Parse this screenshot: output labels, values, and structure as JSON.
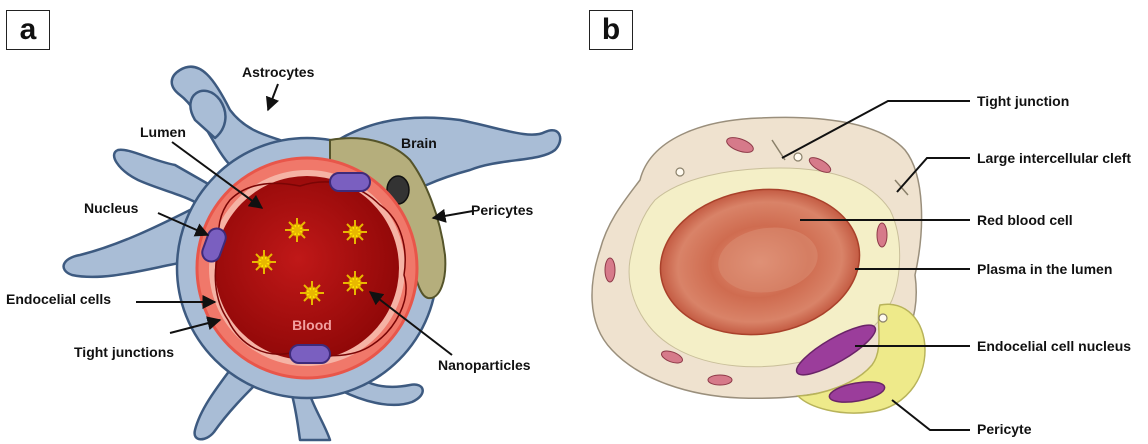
{
  "panels": {
    "a": {
      "letter": "a",
      "labels": {
        "astrocytes": "Astrocytes",
        "lumen": "Lumen",
        "brain": "Brain",
        "nucleus": "Nucleus",
        "pericytes": "Pericytes",
        "endocelial_cells": "Endocelial cells",
        "tight_junctions": "Tight junctions",
        "nanoparticles": "Nanoparticles",
        "blood": "Blood"
      }
    },
    "b": {
      "letter": "b",
      "labels": {
        "tight_junction": "Tight junction",
        "large_cleft": "Large intercellular cleft",
        "red_blood_cell": "Red blood cell",
        "plasma": "Plasma in the lumen",
        "endo_nucleus": "Endocelial cell nucleus",
        "pericyte": "Pericyte"
      }
    }
  },
  "colors": {
    "astrocyte_fill": "#a9bdd6",
    "astrocyte_stroke": "#3d5a80",
    "blood": "#b01010",
    "vessel_wall": "#f0786a",
    "pericyte_a": "#b5ae7c",
    "nucleus": "#7a5fc0",
    "nanoparticle": "#ffe400",
    "plasma": "#f4efc7",
    "rbc": "#c9553c",
    "endo_cell_b": "#efe2cf",
    "pericyte_b": "#eeea8a",
    "nucleus_b": "#9b3d9b"
  }
}
